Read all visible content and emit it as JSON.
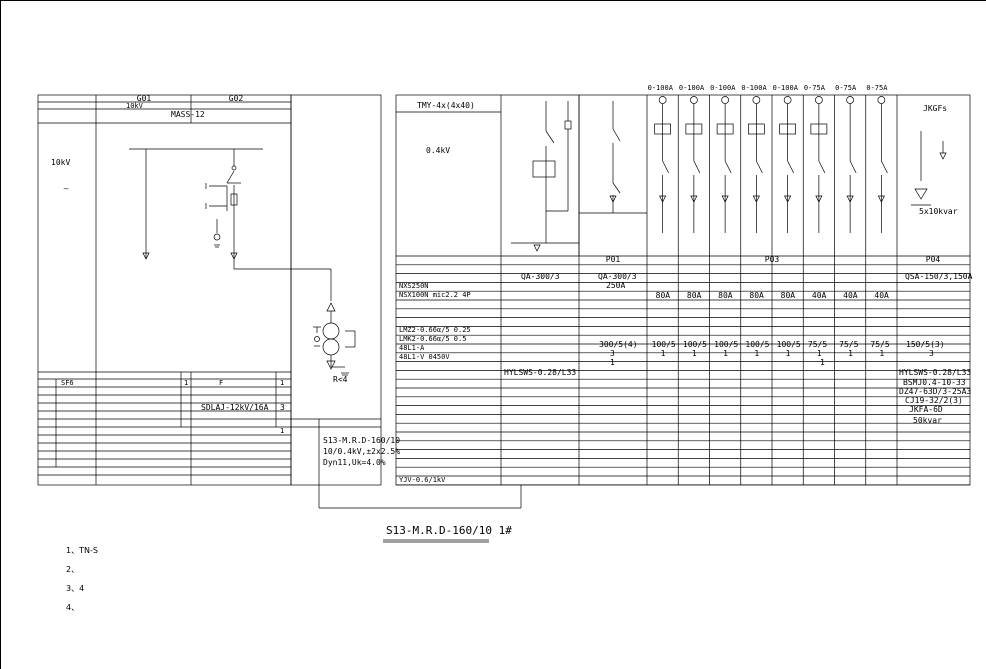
{
  "hv": {
    "col1_name": "G01",
    "col2_name": "G02",
    "col1_use": "10kV",
    "cabinet_model": "MASS-12",
    "voltage": "10kV",
    "vertical_chars": [
      "—",
      "",
      "",
      "",
      ""
    ],
    "fuse_model": "SDLAJ-12kV/16A",
    "fuse_qty": "3",
    "switch_model": "SF6",
    "switch_qty": "1",
    "switch2_model": "F",
    "switch2_qty": "1",
    "other_qty": "1"
  },
  "busbar": {
    "spec": "TMY-4x(4x40)",
    "voltage": "0.4kV",
    "vertical_chars": [
      "",
      "",
      "",
      "",
      ""
    ]
  },
  "transformer": {
    "model_lines": [
      "S13-M.R.D-160/10",
      "10/0.4kV,±2x2.5%",
      "Dyn11,Uk=4.0%"
    ],
    "rc_label": "R<4",
    "caption": "S13-M.R.D-160/10 1#"
  },
  "lv": {
    "top_labels": [
      "0-100A",
      "0-100A",
      "0-100A",
      "0-100A",
      "0-100A",
      "0-75A",
      "0-75A",
      "0-75A"
    ],
    "group_labels": [
      "P01",
      "P03",
      "P04"
    ],
    "capacitor_label": "5x10kvar",
    "jkgf": "JKGFs",
    "qa_main": "QA-300/3",
    "qa_p01": "QA-300/3",
    "qa_p01_rating": "250A",
    "qsa_p04": "QSA-150/3,150A",
    "row_labels": [
      "",
      "",
      "",
      "NXS250N",
      "NSX100N mic2.2 4P",
      "",
      "",
      "",
      "LMZ2-0.66α/5 0.25",
      "LMK2-0.66α/5 0.5",
      "48L1-A",
      "48L1-V 0450V",
      "",
      "",
      "",
      "",
      "",
      "",
      "",
      "",
      "",
      "",
      "",
      "",
      "",
      "YJV-0.6/1kV"
    ],
    "breaker_ratings": [
      "80A",
      "80A",
      "80A",
      "80A",
      "80A",
      "40A",
      "40A",
      "40A"
    ],
    "ct_p01": "300/5(4)",
    "ct_p01_qty": "3",
    "ct_p01_qty2": "1",
    "ct_outgoing": [
      "100/5",
      "100/5",
      "100/5",
      "100/5",
      "100/5",
      "75/5",
      "75/5",
      "75/5"
    ],
    "ct_qty": [
      "1",
      "1",
      "1",
      "1",
      "1",
      "1",
      "1",
      "1"
    ],
    "ct_p04": "150/5(3)",
    "ct_p04_qty": "3",
    "volt_qty": "1",
    "cable_main": "HYLSWS-0.28/L33",
    "p04_specs": [
      "HYLSWS-0.28/L33",
      "BSMJ0.4-10-33",
      "DZ47-63D/3-25A3",
      "CJ19-32/2(3)",
      "JKFA-6D",
      "50kvar"
    ]
  },
  "notes": [
    "1、TN-S",
    "2、",
    "3、4",
    "4、"
  ]
}
